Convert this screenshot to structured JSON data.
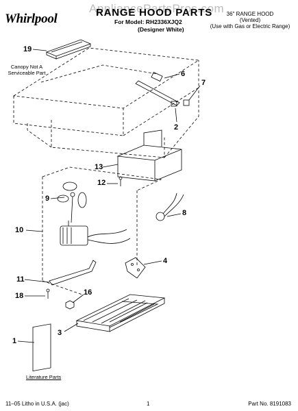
{
  "header": {
    "brand": "Whirlpool",
    "watermark": "AppliancePartsPros.com",
    "title": "RANGE HOOD PARTS",
    "model_line": "For Model: RH2336XJQ2",
    "variant_line": "(Designer White)",
    "hood_type": "36\" RANGE HOOD",
    "hood_vent": "(Vented)",
    "hood_use": "(Use with Gas or Electric Range)"
  },
  "notes": {
    "canopy_line1": "Canopy Not A",
    "canopy_line2": "Serviceable Part",
    "literature": "Literature Parts"
  },
  "callouts": {
    "c19": "19",
    "c6": "6",
    "c7": "7",
    "c2": "2",
    "c13": "13",
    "c12": "12",
    "c9": "9",
    "c8": "8",
    "c10": "10",
    "c4": "4",
    "c11": "11",
    "c18": "18",
    "c16": "16",
    "c1": "1",
    "c3": "3"
  },
  "footer": {
    "print_info": "11–05 Litho in U.S.A. (jac)",
    "page": "1",
    "part_no": "Part No. 8191083"
  }
}
